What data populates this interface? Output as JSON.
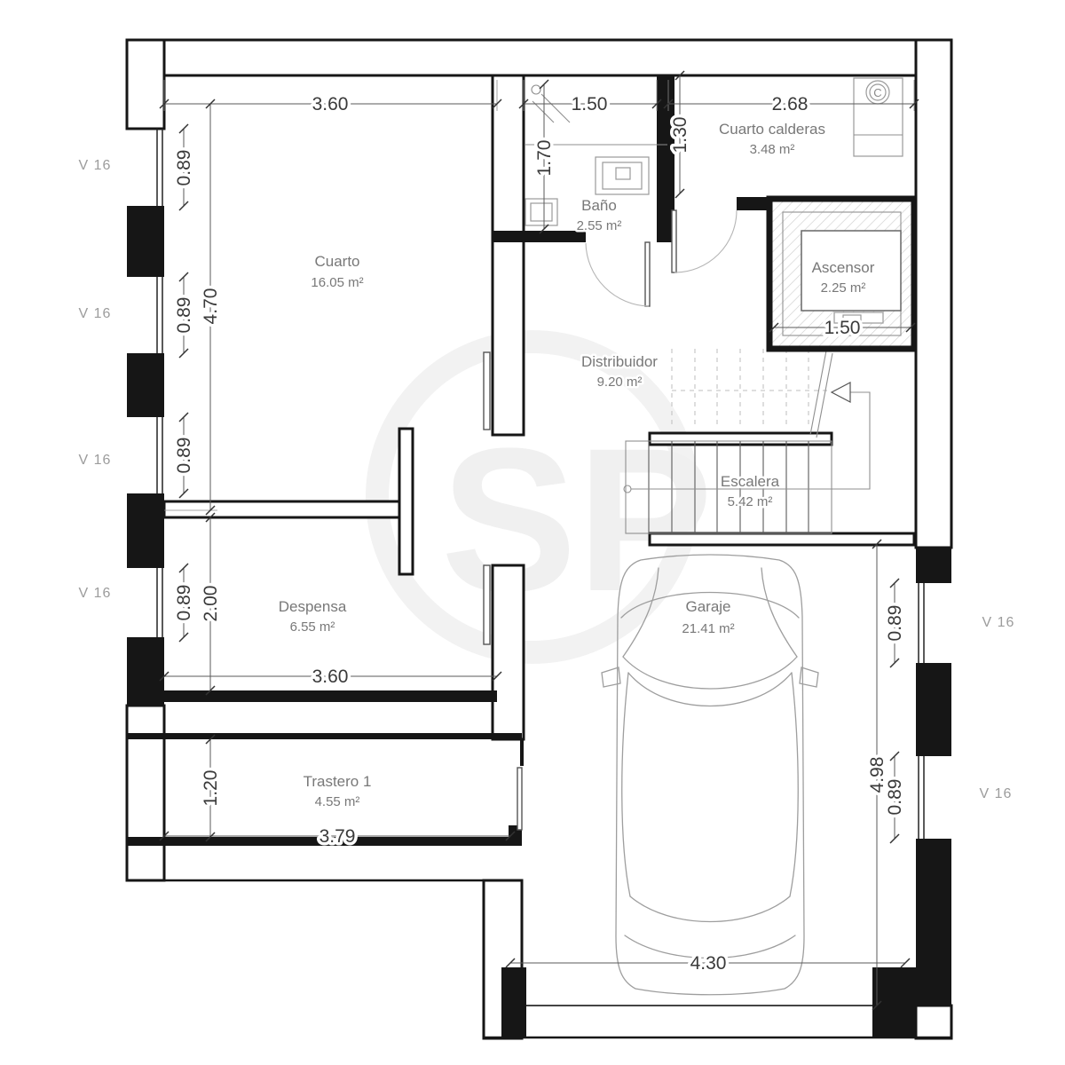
{
  "plan": {
    "rooms": {
      "cuarto": {
        "name": "Cuarto",
        "area": "16.05 m²"
      },
      "bano": {
        "name": "Baño",
        "area": "2.55 m²"
      },
      "calderas": {
        "name": "Cuarto calderas",
        "area": "3.48 m²"
      },
      "ascensor": {
        "name": "Ascensor",
        "area": "2.25 m²"
      },
      "distribuidor": {
        "name": "Distribuidor",
        "area": "9.20 m²"
      },
      "escalera": {
        "name": "Escalera",
        "area": "5.42 m²"
      },
      "despensa": {
        "name": "Despensa",
        "area": "6.55 m²"
      },
      "garaje": {
        "name": "Garaje",
        "area": "21.41 m²"
      },
      "trastero": {
        "name": "Trastero 1",
        "area": "4.55 m²"
      }
    },
    "dims": {
      "cuarto_w": "3.60",
      "bano_w": "1.50",
      "calderas_w": "2.68",
      "bano_h": "1.70",
      "calderas_h": "1.30",
      "cuarto_h": "4.70",
      "win1": "0.89",
      "win2": "0.89",
      "win3": "0.89",
      "despensa_win": "0.89",
      "despensa_h": "2.00",
      "despensa_w": "3.60",
      "trastero_h": "1.20",
      "trastero_w": "3.79",
      "garaje_door_w": "4.30",
      "garaje_h": "4.98",
      "garaje_win1": "0.89",
      "garaje_win2": "0.89",
      "ascensor_w": "1.50"
    },
    "windows": {
      "label": "V 16"
    },
    "boiler_mark": "C",
    "watermark": "SP"
  }
}
